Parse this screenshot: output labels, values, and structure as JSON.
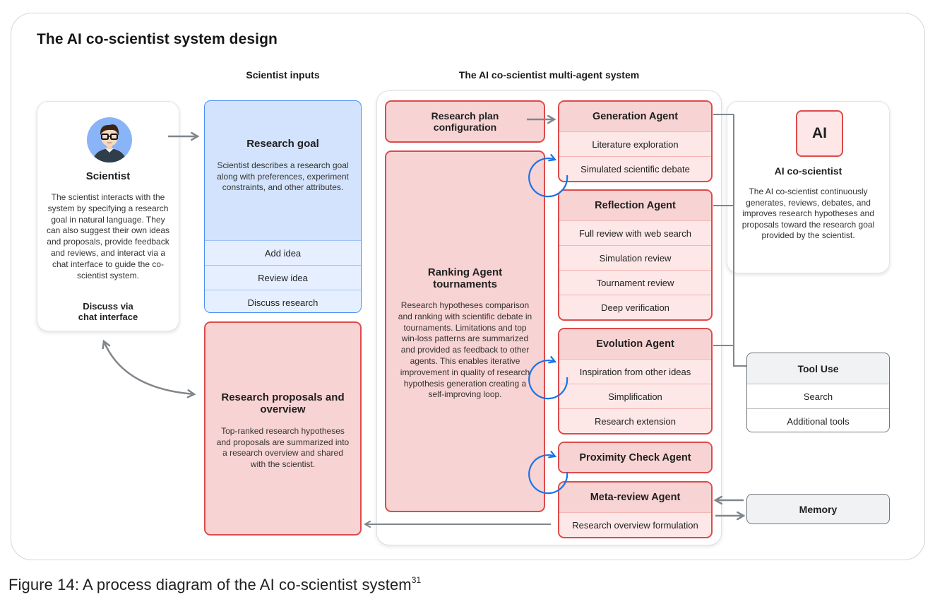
{
  "title": "The AI co-scientist system design",
  "column_headers": {
    "inputs": "Scientist inputs",
    "system": "The AI co-scientist multi-agent system"
  },
  "scientist": {
    "icon": "scientist-avatar",
    "name": "Scientist",
    "description": "The scientist interacts with the system by specifying a research goal in natural language. They can also suggest their own ideas and proposals, provide feedback and reviews, and interact via a chat interface to guide the co-scientist system.",
    "footer_line1": "Discuss via",
    "footer_line2": "chat interface"
  },
  "research_goal": {
    "title": "Research goal",
    "description": "Scientist describes a research goal along with preferences, experiment constraints, and other attributes.",
    "actions": [
      "Add idea",
      "Review idea",
      "Discuss research"
    ]
  },
  "research_proposals": {
    "title": "Research proposals and overview",
    "description": "Top-ranked research hypotheses and proposals are summarized into a research overview and shared with the scientist."
  },
  "research_plan": {
    "title_line1": "Research plan",
    "title_line2": "configuration"
  },
  "ranking": {
    "title_line1": "Ranking Agent",
    "title_line2": "tournaments",
    "description": "Research hypotheses comparison and ranking with scientific debate in tournaments. Limitations and top win-loss patterns are summarized and provided as feedback to other agents. This enables iterative improvement in quality of research hypothesis generation creating a self-improving loop."
  },
  "agents": {
    "generation": {
      "title": "Generation Agent",
      "items": [
        "Literature exploration",
        "Simulated scientific debate"
      ]
    },
    "reflection": {
      "title": "Reflection Agent",
      "items": [
        "Full review with web search",
        "Simulation review",
        "Tournament review",
        "Deep verification"
      ]
    },
    "evolution": {
      "title": "Evolution Agent",
      "items": [
        "Inspiration from other ideas",
        "Simplification",
        "Research extension"
      ]
    },
    "proximity": {
      "title": "Proximity Check Agent"
    },
    "meta_review": {
      "title": "Meta-review Agent",
      "items": [
        "Research overview formulation"
      ]
    }
  },
  "ai_card": {
    "badge": "AI",
    "name": "AI co-scientist",
    "description": "The AI co-scientist continuously generates, reviews, debates, and improves research hypotheses and proposals toward the research goal provided by the scientist."
  },
  "tool_use": {
    "title": "Tool Use",
    "items": [
      "Search",
      "Additional tools"
    ]
  },
  "memory": {
    "title": "Memory"
  },
  "caption": {
    "text": "Figure 14: A process diagram of the AI co-scientist system",
    "footnote": "31"
  },
  "colors": {
    "agent_border": "#de4b4b",
    "agent_fill": "#f8d3d3",
    "input_border": "#4a8ef5",
    "input_fill": "#d3e3fd",
    "loop_arrow": "#1a73e8",
    "connector": "#80868b"
  }
}
